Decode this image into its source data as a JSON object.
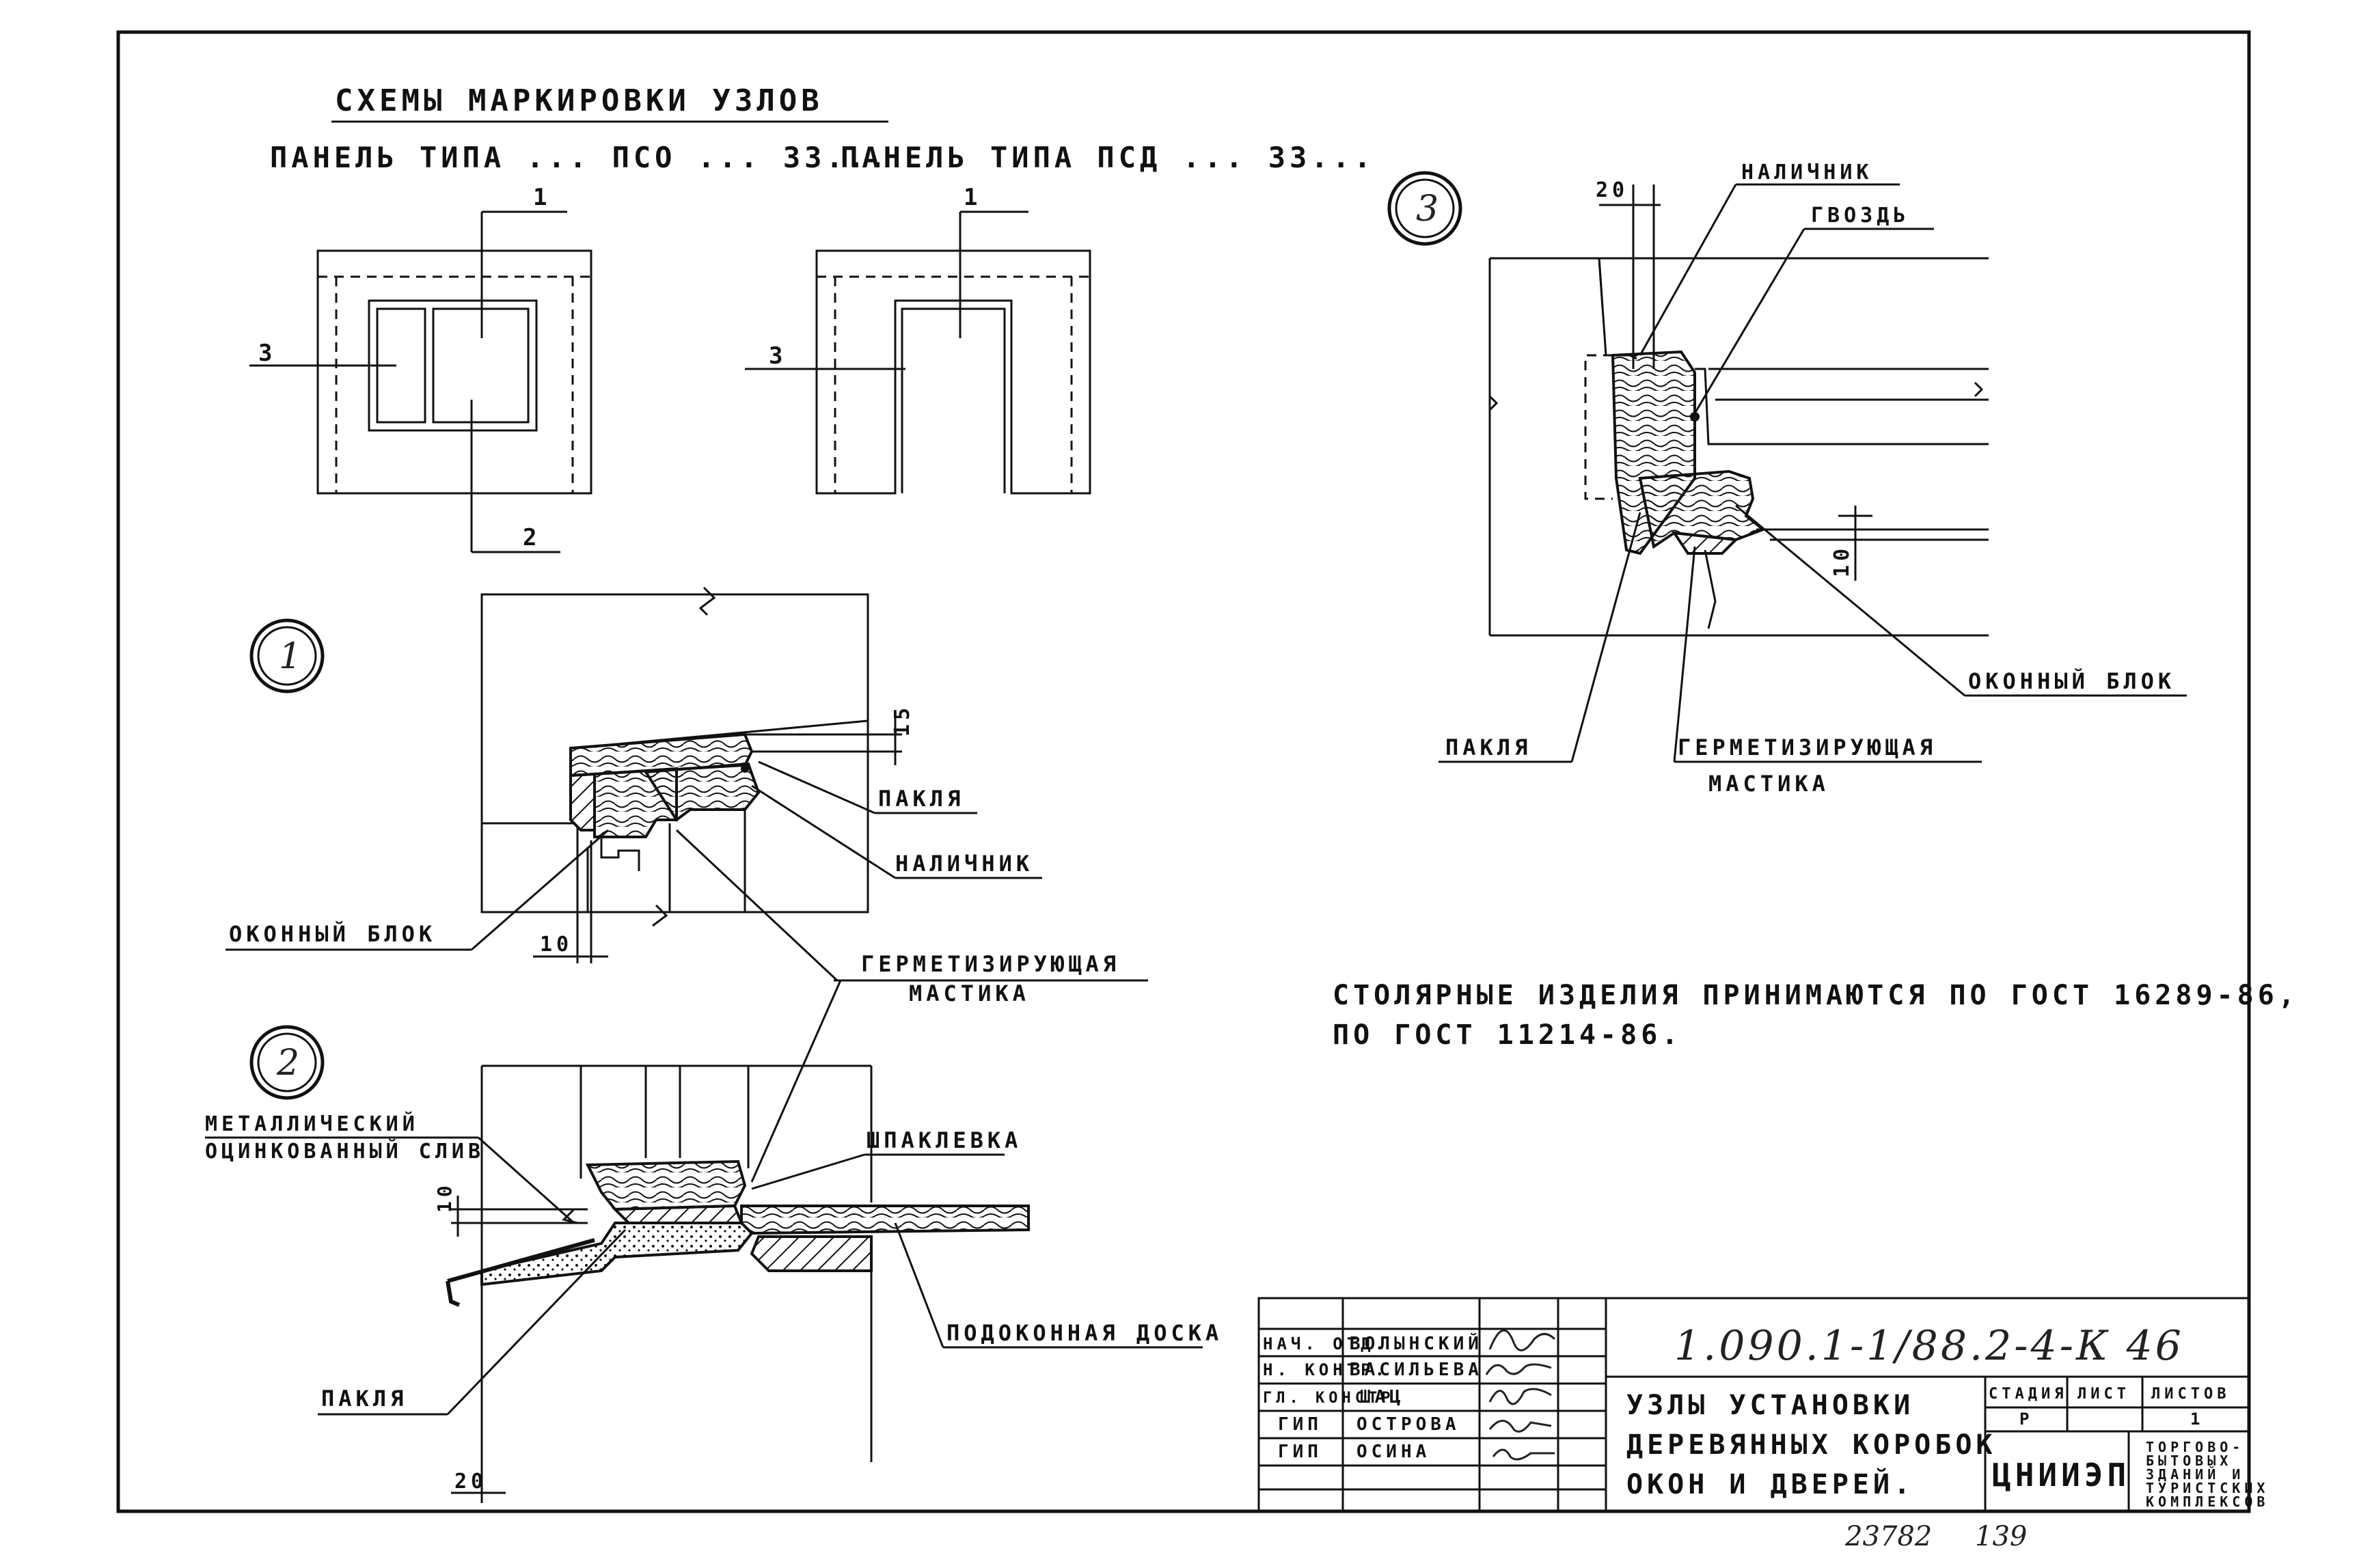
{
  "marking": {
    "title": "СХЕМЫ МАРКИРОВКИ УЗЛОВ",
    "panel_a": "ПАНЕЛЬ ТИПА ... ПСО ... 33...",
    "panel_b": "ПАНЕЛЬ ТИПА ПСД ... 33...",
    "node_numbers": [
      "1",
      "2",
      "3"
    ]
  },
  "node1": {
    "badge": "1",
    "pakla": "ПАКЛЯ",
    "nalichnik": "НАЛИЧНИК",
    "okonny_blok": "ОКОННЫЙ БЛОК",
    "dim_15": "15",
    "dim_10": "10"
  },
  "sealant": [
    "ГЕРМЕТИЗИРУЮЩАЯ",
    "МАСТИКА"
  ],
  "node2": {
    "badge": "2",
    "metal_drip": [
      "МЕТАЛЛИЧЕСКИЙ",
      "ОЦИНКОВАННЫЙ СЛИВ"
    ],
    "shpaklevka": "ШПАКЛЕВКА",
    "podokonnaya": "ПОДОКОННАЯ ДОСКА",
    "pakla": "ПАКЛЯ",
    "dim_10": "10",
    "dim_20": "20"
  },
  "node3": {
    "badge": "3",
    "nalichnik": "НАЛИЧНИК",
    "gvozd": "ГВОЗДЬ",
    "dim_20": "20",
    "dim_10": "10",
    "okonny_blok": "ОКОННЫЙ БЛОК",
    "pakla": "ПАКЛЯ",
    "sealant": [
      "ГЕРМЕТИЗИРУЮЩАЯ",
      "МАСТИКА"
    ]
  },
  "note": [
    "СТОЛЯРНЫЕ ИЗДЕЛИЯ ПРИНИМАЮТСЯ ПО ГОСТ 16289-86,",
    "ПО ГОСТ 11214-86."
  ],
  "title_block": {
    "roles": [
      "НАЧ. ОТД.",
      "Н. КОНТР.",
      "ГЛ. КОНСТР.",
      "ГИП",
      "ГИП"
    ],
    "names": [
      "ВОЛЫНСКИЙ",
      "ВАСИЛЬЕВА",
      "ШАЦ",
      "ОСТРОВА",
      "ОСИНА"
    ],
    "code": "1.090.1-1/88.2-4-К 46",
    "title": [
      "УЗЛЫ УСТАНОВКИ",
      "ДЕРЕВЯННЫХ КОРОБОК",
      "ОКОН И ДВЕРЕЙ."
    ],
    "stage_hdr": "СТАДИЯ",
    "sheet_hdr": "ЛИСТ",
    "sheets_hdr": "ЛИСТОВ",
    "stage": "Р",
    "sheets": "1",
    "org": "ЦНИИЭП",
    "org_sub": [
      "ТОРГОВО-",
      "БЫТОВЫХ",
      "ЗДАНИЙ И",
      "ТУРИСТСКИХ",
      "КОМПЛЕКСОВ"
    ]
  },
  "footer": {
    "num1": "23782",
    "num2": "139"
  }
}
